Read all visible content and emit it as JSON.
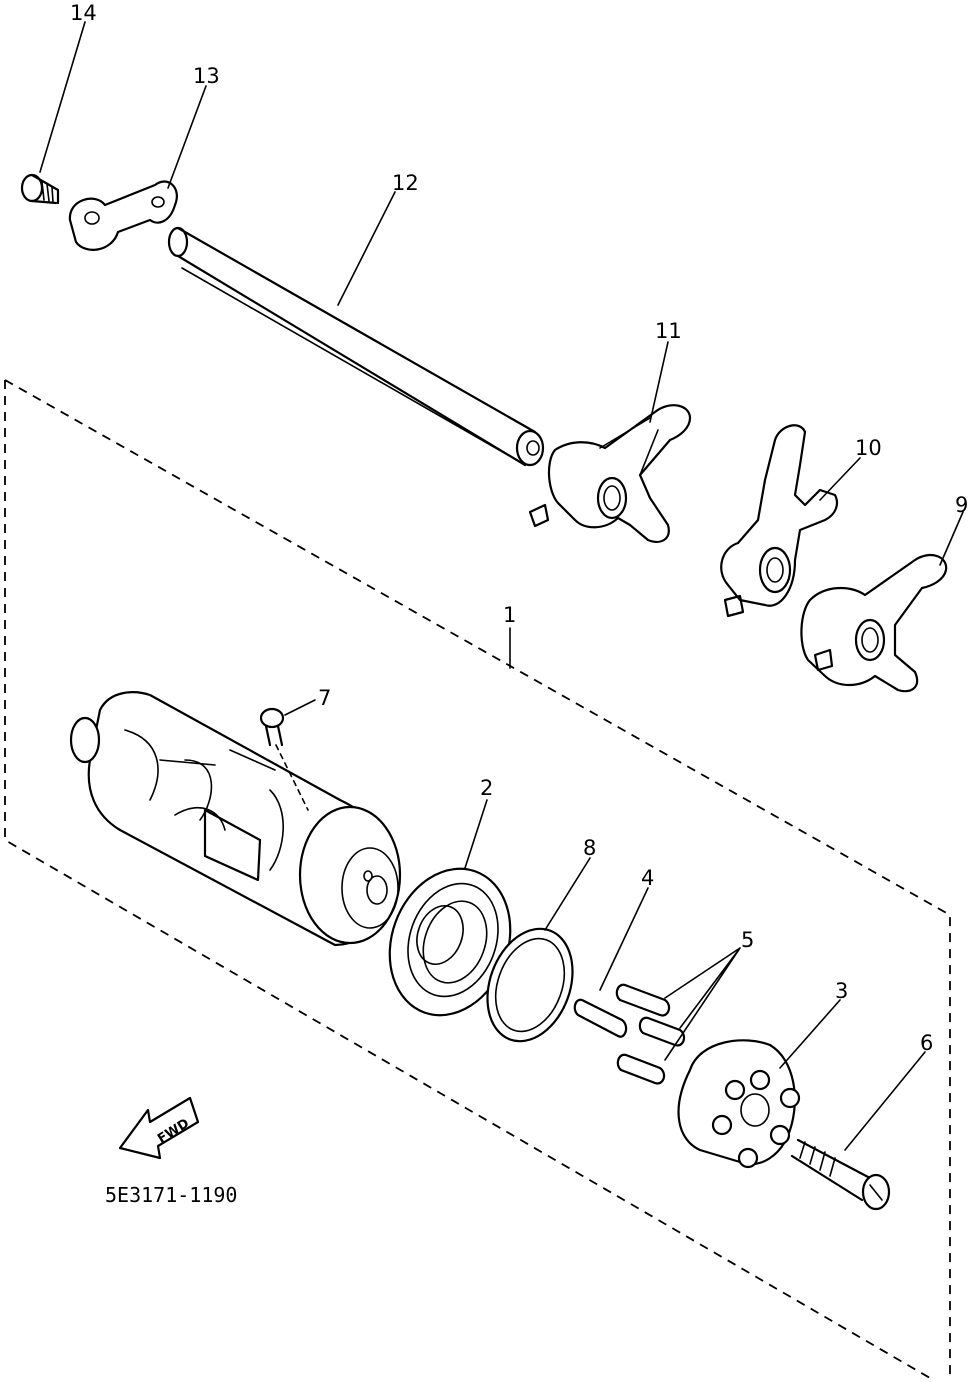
{
  "diagram": {
    "part_labels": [
      "1",
      "2",
      "3",
      "4",
      "5",
      "6",
      "7",
      "8",
      "9",
      "10",
      "11",
      "12",
      "13",
      "14"
    ],
    "direction_marker": "FWD",
    "drawing_code": "5E3171-1190"
  }
}
